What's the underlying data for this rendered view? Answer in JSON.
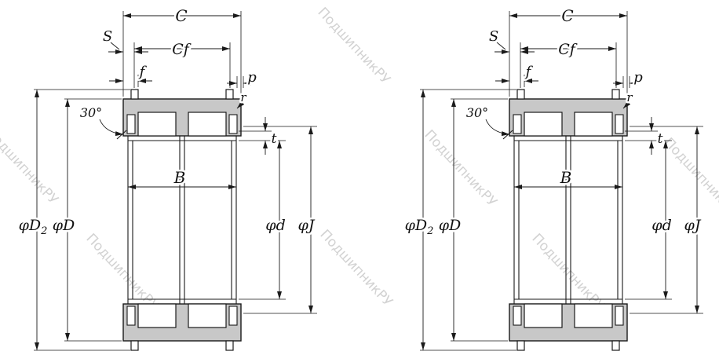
{
  "watermark": {
    "text": "ПодшипникРУ"
  },
  "labels": {
    "C": "C",
    "Cf": "Cf",
    "S": "S",
    "f": "f",
    "p": "p",
    "r": "r",
    "angle_30": "30°",
    "t": "t",
    "B": "B",
    "phi_D2_base": "φD",
    "phi_D2_sub": "2",
    "phi_D": "φD",
    "phi_d": "φd",
    "phi_J": "φJ"
  },
  "colors": {
    "ring_fill": "#c8c8c8",
    "line": "#1a1a1a",
    "watermark": "#c4c4c4"
  }
}
